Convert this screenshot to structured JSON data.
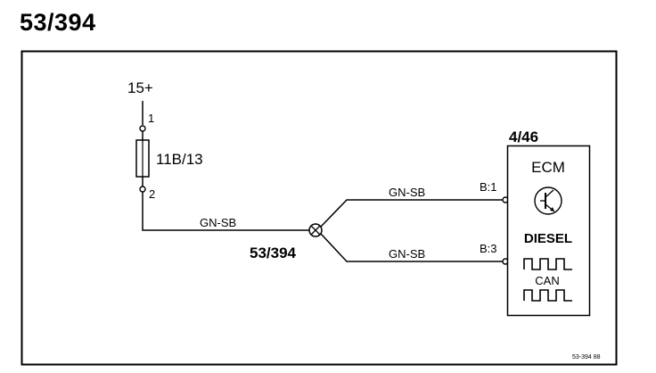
{
  "page": {
    "title": "53/394"
  },
  "supply": {
    "label": "15+",
    "pin_top": "1",
    "pin_bottom": "2"
  },
  "fuse": {
    "id": "11B/13"
  },
  "splice": {
    "id": "53/394"
  },
  "wires": {
    "fuse_to_splice": "GN-SB",
    "splice_to_b1": "GN-SB",
    "splice_to_b3": "GN-SB"
  },
  "ecm": {
    "id": "4/46",
    "name": "ECM",
    "variant": "DIESEL",
    "bus": "CAN",
    "pins": {
      "upper": "B:1",
      "lower": "B:3"
    }
  },
  "footer": {
    "ref": "53-394 88"
  },
  "icons": [
    "transistor-icon",
    "square-wave-icon",
    "splice-icon",
    "fuse-icon"
  ]
}
